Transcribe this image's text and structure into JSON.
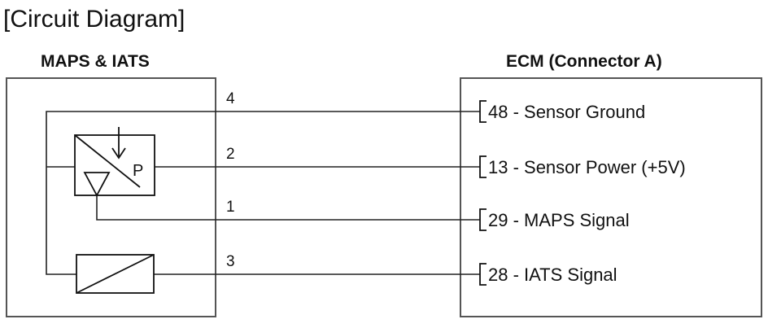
{
  "title": "[Circuit Diagram]",
  "sensor": {
    "name": "MAPS  & IATS",
    "symbol_label": "P"
  },
  "ecm": {
    "name": "ECM (Connector A)"
  },
  "wires": [
    {
      "pin": "4",
      "terminal": "48 - Sensor Ground"
    },
    {
      "pin": "2",
      "terminal": "13 - Sensor Power (+5V)"
    },
    {
      "pin": "1",
      "terminal": "29 - MAPS Signal"
    },
    {
      "pin": "3",
      "terminal": "28 - IATS Signal"
    }
  ]
}
